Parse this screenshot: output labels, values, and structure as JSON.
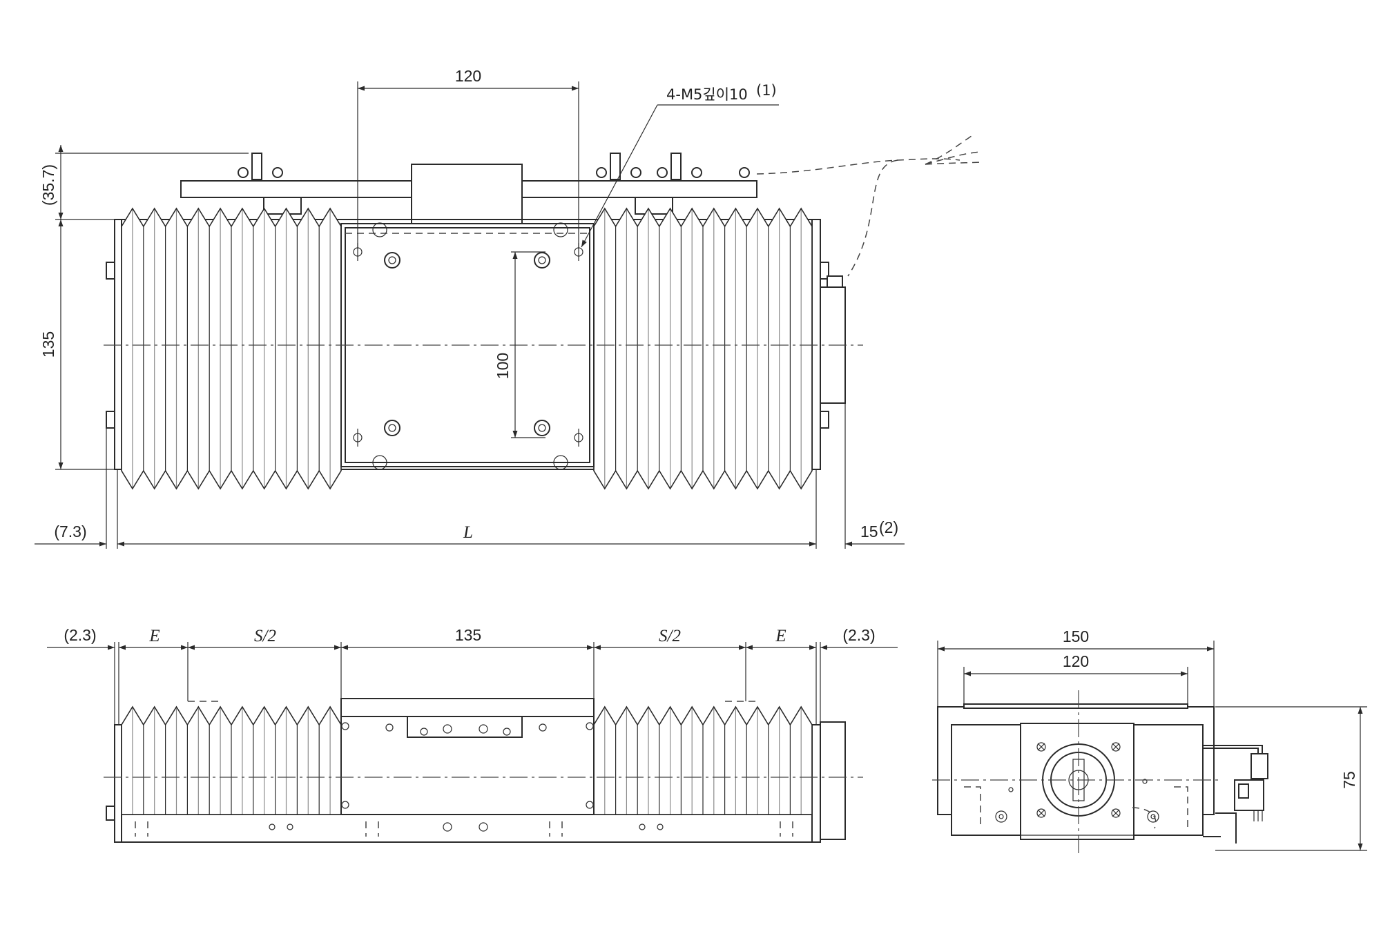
{
  "top_view": {
    "dim_mount_width": "120",
    "dim_cable_offset": "(35.7)",
    "dim_height": "135",
    "dim_hole_pitch": "100",
    "dim_left_offset": "(7.3)",
    "dim_length": "L",
    "dim_motor": "15",
    "dim_motor_note_mark": "(2)",
    "hole_note": "4-M5깊이10",
    "hole_note_mark": "(1)"
  },
  "side_view": {
    "dim_left_gap": "(2.3)",
    "dim_end_left": "E",
    "dim_half_stroke_left": "S/2",
    "dim_table": "135",
    "dim_half_stroke_right": "S/2",
    "dim_end_right": "E",
    "dim_right_gap": "(2.3)"
  },
  "end_view": {
    "dim_outer_width": "150",
    "dim_inner_width": "120",
    "dim_height": "75"
  },
  "colors": {
    "line": "#2a2a2a",
    "background": "#ffffff"
  }
}
